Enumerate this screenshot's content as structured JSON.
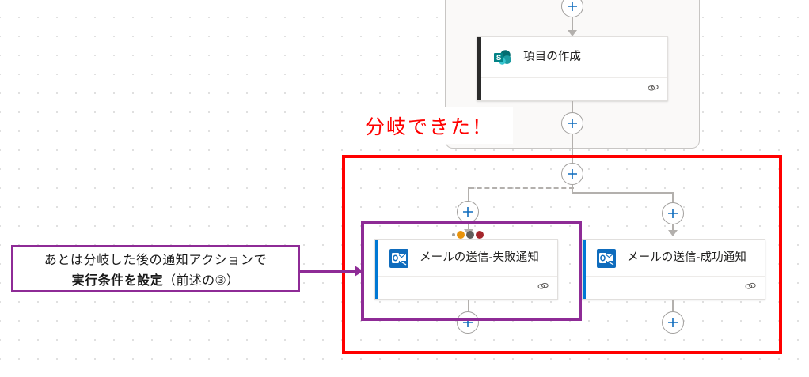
{
  "canvas": {
    "background_color": "#ffffff",
    "dot_grid_color": "#d8d8d8"
  },
  "flow": {
    "scope_panel": {
      "name": "scope-container",
      "background_color": "#faf9f8",
      "border_color": "#c8c6c4"
    },
    "cards": [
      {
        "id": "sharepoint-create-item",
        "title": "項目の作成",
        "icon": "sharepoint-icon",
        "icon_color": "#148a8a",
        "accent_color": "#2b2b2b",
        "footer_icon": "link-icon"
      },
      {
        "id": "send-email-failure",
        "title": "メールの送信-失敗通知",
        "icon": "outlook-icon",
        "icon_color": "#0f6cbd",
        "accent_color": "#0078d4",
        "footer_icon": "link-icon",
        "run_after_dots": [
          "#a19f9d",
          "#e8930c",
          "#605e5c",
          "#a4262c"
        ]
      },
      {
        "id": "send-email-success",
        "title": "メールの送信-成功通知",
        "icon": "outlook-icon",
        "icon_color": "#0f6cbd",
        "accent_color": "#0078d4",
        "footer_icon": "link-icon"
      }
    ],
    "add_buttons": [
      {
        "id": "add-step-top",
        "label": "+"
      },
      {
        "id": "add-step-after-sharepoint",
        "label": "+"
      },
      {
        "id": "add-step-branch-root",
        "label": "+"
      },
      {
        "id": "add-step-left-branch",
        "label": "+"
      },
      {
        "id": "add-step-right-branch",
        "label": "+"
      },
      {
        "id": "add-step-below-failure",
        "label": "+"
      },
      {
        "id": "add-step-below-success",
        "label": "+"
      }
    ],
    "connector_color": "#b3b0ad"
  },
  "annotations": {
    "red_caption": {
      "text": "分岐できた！",
      "color": "#ff0000"
    },
    "red_box": {
      "color": "#ff0000"
    },
    "purple_box": {
      "color": "#8e2b96"
    },
    "callout": {
      "border_color": "#8e2b96",
      "line1": "あとは分岐した後の通知アクションで",
      "line2_bold": "実行条件を設定",
      "line2_rest": "（前述の③）"
    }
  }
}
